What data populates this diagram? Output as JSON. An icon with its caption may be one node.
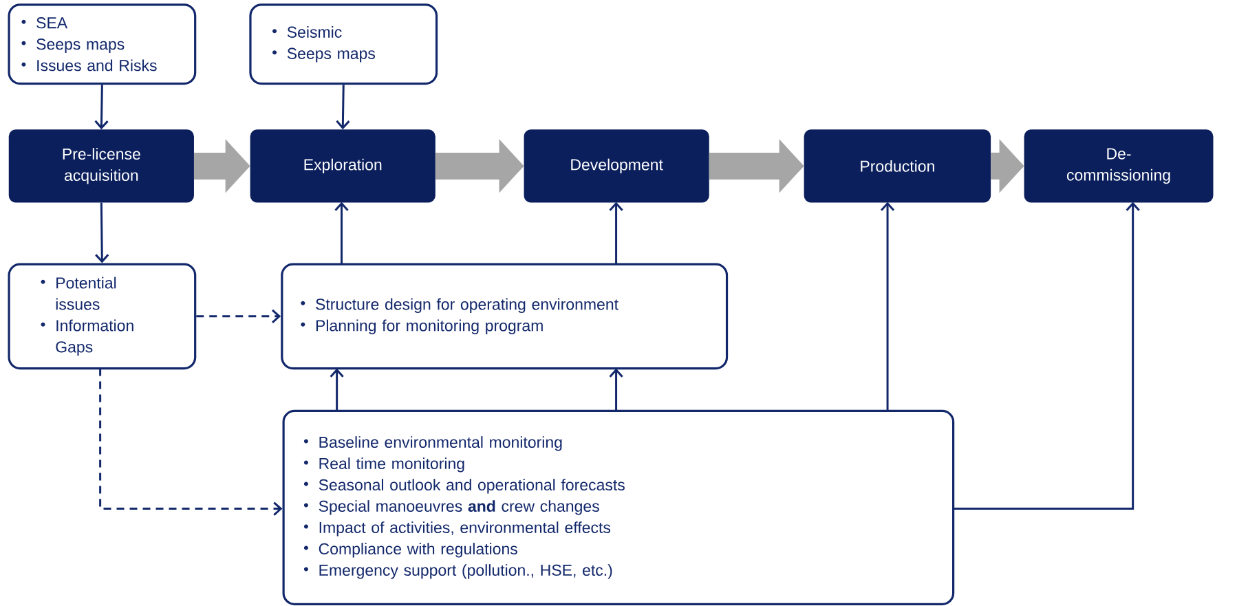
{
  "diagram": {
    "nodes": [
      {
        "text": [
          "SEA",
          "Seeps maps",
          "Issues and Risks"
        ]
      },
      {
        "text": [
          "Seismic",
          "Seeps maps"
        ]
      },
      {
        "text": [
          "Pre-license acquisition"
        ]
      },
      {
        "text": [
          "Exploration"
        ]
      },
      {
        "text": [
          "Development"
        ]
      },
      {
        "text": [
          "Production"
        ]
      },
      {
        "text": [
          "De-commissioning"
        ]
      },
      {
        "text": [
          "Potential issues",
          "Information Gaps"
        ]
      },
      {
        "text": [
          "Structure design for operating environment",
          "Planning for monitoring program"
        ]
      },
      {
        "text": [
          "Baseline environmental monitoring",
          "Real time monitoring",
          "Seasonal outlook and operational forecasts",
          "Special manoeuvres **and** crew changes",
          "Impact of activities, environmental effects",
          "Compliance with regulations",
          "Emergency support (pollution., HSE, etc.)"
        ]
      }
    ],
    "edges": [
      {
        "from": 0,
        "to": 2,
        "arrow": "to"
      },
      {
        "from": 1,
        "to": 3,
        "arrow": "to"
      },
      {
        "from": 2,
        "to": 3,
        "arrow": "to",
        "style": "thick",
        "color": "#a6a6a6"
      },
      {
        "from": 3,
        "to": 4,
        "arrow": "to",
        "style": "thick",
        "color": "#a6a6a6"
      },
      {
        "from": 4,
        "to": 5,
        "arrow": "to",
        "style": "thick",
        "color": "#a6a6a6"
      },
      {
        "from": 5,
        "to": 6,
        "arrow": "to",
        "style": "thick",
        "color": "#a6a6a6"
      },
      {
        "from": 2,
        "to": 7,
        "arrow": "to"
      },
      {
        "from": 7,
        "to": 8,
        "arrow": "to",
        "style": "dashed"
      },
      {
        "from": 7,
        "to": 9,
        "arrow": "to",
        "style": "dashed"
      },
      {
        "from": 8,
        "to": 3,
        "arrow": "to"
      },
      {
        "from": 8,
        "to": 4,
        "arrow": "to"
      },
      {
        "from": 9,
        "to": 8,
        "arrow": "to"
      },
      {
        "from": 9,
        "to": 8,
        "arrow": "to"
      },
      {
        "from": 9,
        "to": 5,
        "arrow": "to"
      },
      {
        "from": 9,
        "to": 6,
        "arrow": "to"
      }
    ]
  }
}
